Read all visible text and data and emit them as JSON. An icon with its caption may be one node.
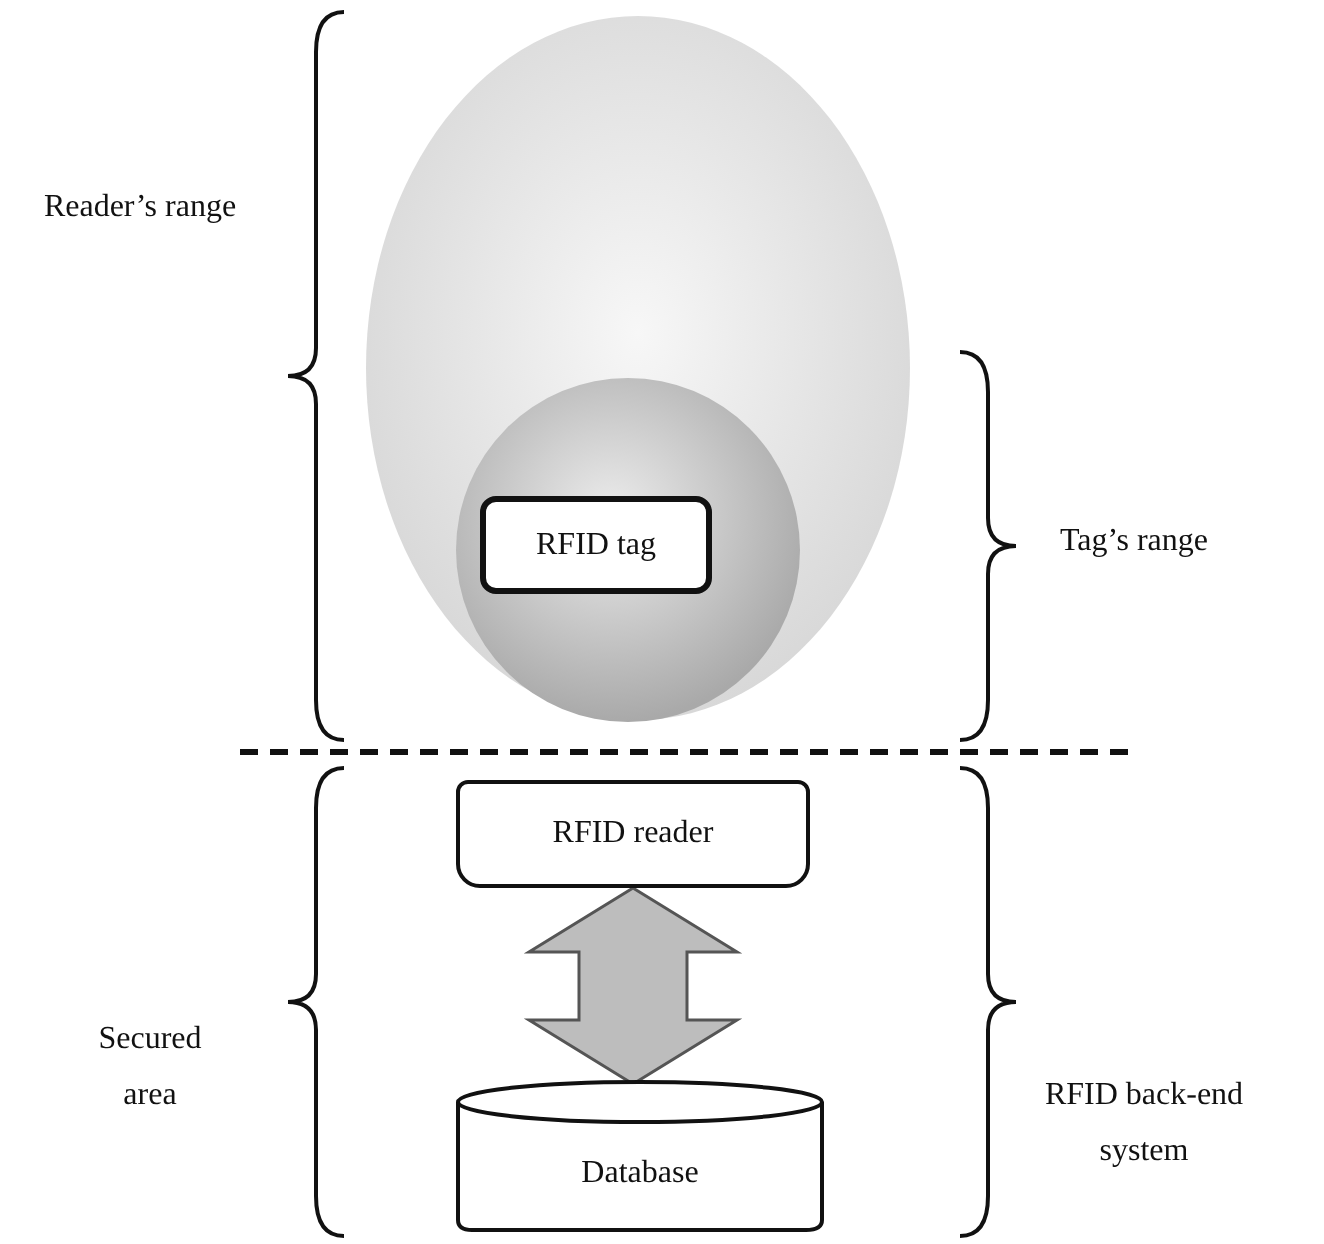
{
  "diagram": {
    "nodes": [
      {
        "text": [
          "RFID tag"
        ]
      },
      {
        "text": [
          "RFID reader"
        ]
      },
      {
        "text": [
          "Database"
        ]
      }
    ],
    "edges": [
      {
        "from": 1,
        "to": 2,
        "arrow": "both",
        "style": "thick"
      }
    ],
    "labels": [
      "Reader’s range",
      "Tag’s range",
      "Secured area",
      "RFID back-end system"
    ]
  }
}
